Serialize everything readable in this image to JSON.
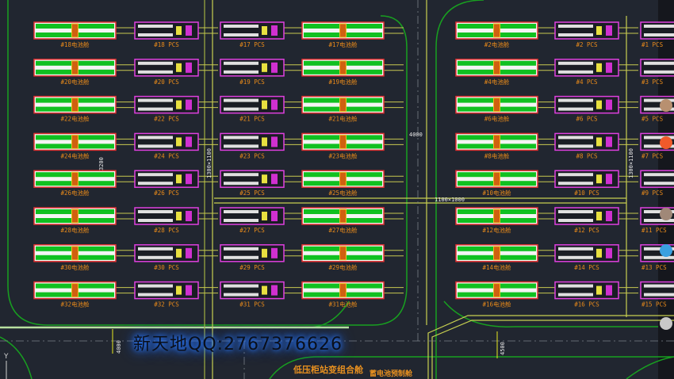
{
  "drawing": {
    "columns": [
      {
        "type": "battery",
        "labels": [
          "#18电池舱",
          "#20电池舱",
          "#22电池舱",
          "#24电池舱",
          "#26电池舱",
          "#28电池舱",
          "#30电池舱",
          "#32电池舱"
        ]
      },
      {
        "type": "pcs",
        "labels": [
          "#18 PCS",
          "#20 PCS",
          "#22 PCS",
          "#24 PCS",
          "#26 PCS",
          "#28 PCS",
          "#30 PCS",
          "#32 PCS"
        ]
      },
      {
        "type": "pcs",
        "labels": [
          "#17 PCS",
          "#19 PCS",
          "#21 PCS",
          "#23 PCS",
          "#25 PCS",
          "#27 PCS",
          "#29 PCS",
          "#31 PCS"
        ]
      },
      {
        "type": "battery",
        "labels": [
          "#17电池舱",
          "#19电池舱",
          "#21电池舱",
          "#23电池舱",
          "#25电池舱",
          "#27电池舱",
          "#29电池舱",
          "#31电池舱"
        ]
      },
      {
        "type": "battery",
        "labels": [
          "#2电池舱",
          "#4电池舱",
          "#6电池舱",
          "#8电池舱",
          "#10电池舱",
          "#12电池舱",
          "#14电池舱",
          "#16电池舱"
        ]
      },
      {
        "type": "pcs",
        "labels": [
          "#2 PCS",
          "#4 PCS",
          "#6 PCS",
          "#8 PCS",
          "#10 PCS",
          "#12 PCS",
          "#14 PCS",
          "#16 PCS"
        ]
      },
      {
        "type": "pcs",
        "labels": [
          "#1 PCS",
          "#3 PCS",
          "#5 PCS",
          "#7 PCS",
          "#9 PCS",
          "#11 PCS",
          "#13 PCS",
          "#15 PCS"
        ]
      }
    ],
    "dimensions": {
      "road_width": "4000",
      "road_width_bottom_left": "4000",
      "road_width_bottom_right": "4500",
      "trench_h": "1100×1000",
      "trench_v_left": "1300×1100",
      "trench_v_right": "1300×1100",
      "spacing": "3200"
    },
    "buildings": {
      "lv_cabinet": "低压柜站变组合舱",
      "battery_prefab": "蓄电池预制舱"
    },
    "axis_label": "Y"
  },
  "watermark": "新天地QQ:2767376626",
  "colors": {
    "battery_outline": "#e03030",
    "battery_fill": "#10c020",
    "pcs_outline": "#e040e0",
    "road": "#18a020",
    "cable": "#c8c850",
    "label": "#e88a1a"
  }
}
